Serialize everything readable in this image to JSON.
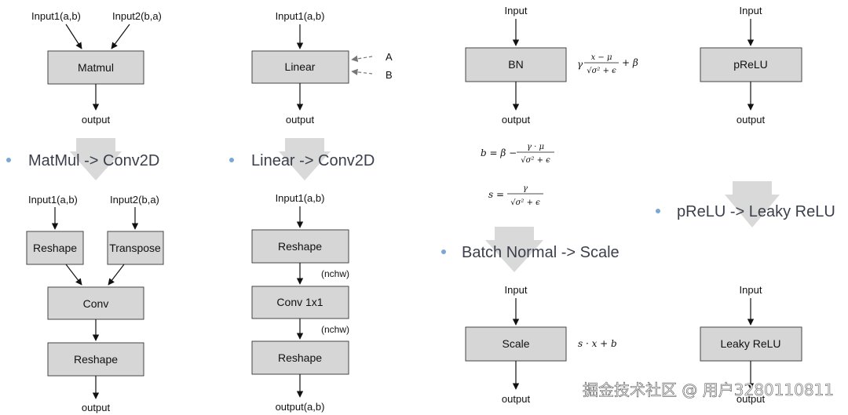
{
  "panel_matmul": {
    "top": {
      "in1": "Input1(a,b)",
      "in2": "Input2(b,a)",
      "op": "Matmul",
      "out": "output"
    },
    "bullet": "MatMul -> Conv2D",
    "bottom": {
      "in1": "Input1(a,b)",
      "in2": "Input2(b,a)",
      "reshape": "Reshape",
      "transpose": "Transpose",
      "conv": "Conv",
      "reshape2": "Reshape",
      "out": "output"
    }
  },
  "panel_linear": {
    "top": {
      "in": "Input1(a,b)",
      "op": "Linear",
      "a": "A",
      "b": "B",
      "out": "output"
    },
    "bullet": "Linear -> Conv2D",
    "bottom": {
      "in": "Input1(a,b)",
      "reshape": "Reshape",
      "nchw1": "(nchw)",
      "conv": "Conv 1x1",
      "nchw2": "(nchw)",
      "reshape2": "Reshape",
      "out": "output(a,b)"
    }
  },
  "panel_bn": {
    "top": {
      "in": "Input",
      "op": "BN",
      "out": "output"
    },
    "formula_bn": {
      "gamma": "γ",
      "num": "x − μ",
      "den": "√σ² + ϵ",
      "plus": "+ β"
    },
    "formula_b": {
      "lhs": "b = β −",
      "num": "γ · μ",
      "den": "√σ² + ϵ"
    },
    "formula_s": {
      "lhs": "s =",
      "num": "γ",
      "den": "√σ² + ϵ"
    },
    "bullet": "Batch Normal -> Scale",
    "bottom": {
      "in": "Input",
      "op": "Scale",
      "formula": "s · x + b",
      "out": "output"
    }
  },
  "panel_prelu": {
    "top": {
      "in": "Input",
      "op": "pReLU",
      "out": "output"
    },
    "bullet": "pReLU -> Leaky ReLU",
    "bottom": {
      "in": "Input",
      "op": "Leaky ReLU",
      "out": "output"
    }
  },
  "watermark": "掘金技术社区 @ 用户3280110811"
}
